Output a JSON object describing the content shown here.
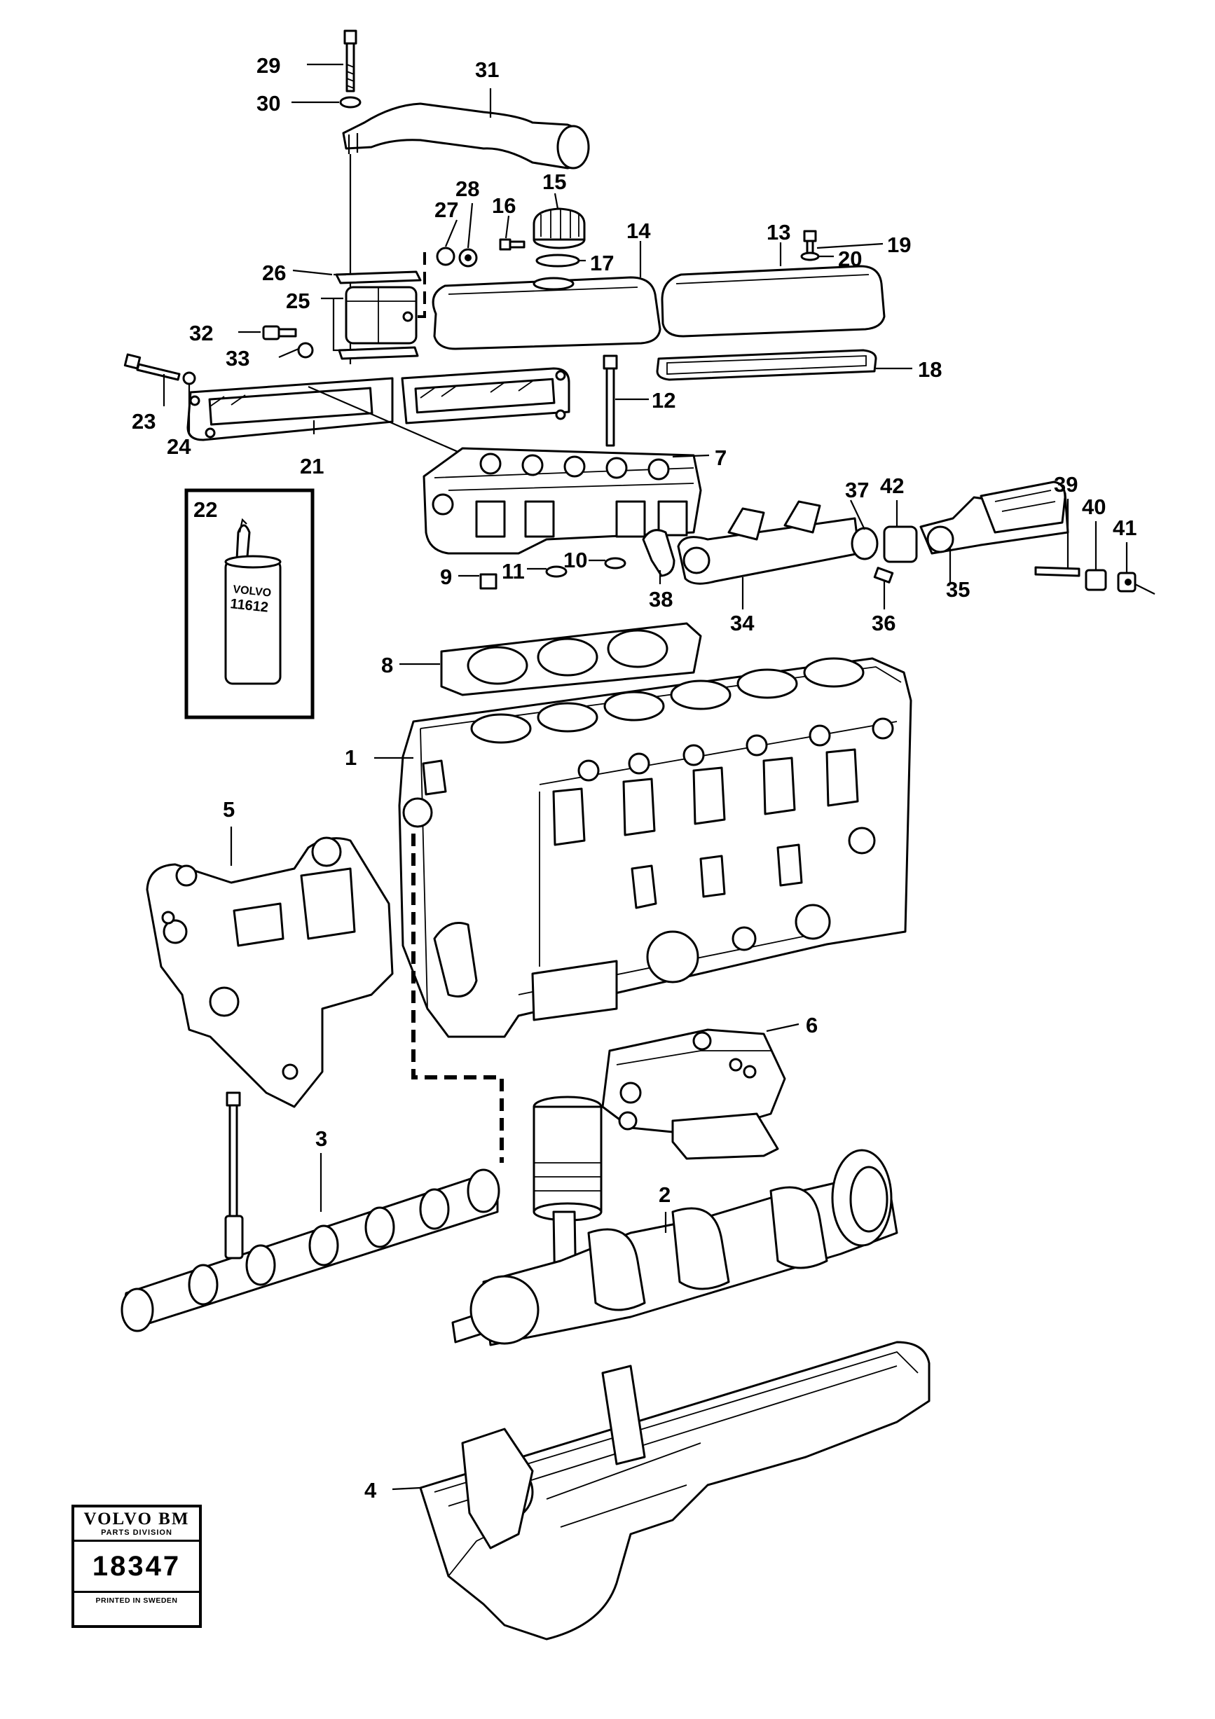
{
  "callouts": [
    {
      "id": "1",
      "text": "1"
    },
    {
      "id": "2",
      "text": "2"
    },
    {
      "id": "3",
      "text": "3"
    },
    {
      "id": "4",
      "text": "4"
    },
    {
      "id": "5",
      "text": "5"
    },
    {
      "id": "6",
      "text": "6"
    },
    {
      "id": "7",
      "text": "7"
    },
    {
      "id": "8",
      "text": "8"
    },
    {
      "id": "9",
      "text": "9"
    },
    {
      "id": "10",
      "text": "10"
    },
    {
      "id": "11",
      "text": "11"
    },
    {
      "id": "12",
      "text": "12"
    },
    {
      "id": "13",
      "text": "13"
    },
    {
      "id": "14",
      "text": "14"
    },
    {
      "id": "15",
      "text": "15"
    },
    {
      "id": "16",
      "text": "16"
    },
    {
      "id": "17",
      "text": "17"
    },
    {
      "id": "18",
      "text": "18"
    },
    {
      "id": "19",
      "text": "19"
    },
    {
      "id": "20",
      "text": "20"
    },
    {
      "id": "21",
      "text": "21"
    },
    {
      "id": "22",
      "text": "22"
    },
    {
      "id": "23",
      "text": "23"
    },
    {
      "id": "24",
      "text": "24"
    },
    {
      "id": "25",
      "text": "25"
    },
    {
      "id": "26",
      "text": "26"
    },
    {
      "id": "27",
      "text": "27"
    },
    {
      "id": "28",
      "text": "28"
    },
    {
      "id": "29",
      "text": "29"
    },
    {
      "id": "30",
      "text": "30"
    },
    {
      "id": "31",
      "text": "31"
    },
    {
      "id": "32",
      "text": "32"
    },
    {
      "id": "33",
      "text": "33"
    },
    {
      "id": "34",
      "text": "34"
    },
    {
      "id": "35",
      "text": "35"
    },
    {
      "id": "36",
      "text": "36"
    },
    {
      "id": "37",
      "text": "37"
    },
    {
      "id": "38",
      "text": "38"
    },
    {
      "id": "39",
      "text": "39"
    },
    {
      "id": "40",
      "text": "40"
    },
    {
      "id": "41",
      "text": "41"
    },
    {
      "id": "42",
      "text": "42"
    }
  ],
  "bottle_label": {
    "brand": "VOLVO",
    "number": "11612"
  },
  "badge": {
    "brand": "VOLVO BM",
    "division": "PARTS DIVISION",
    "drawing_number": "18347",
    "printed": "PRINTED IN SWEDEN"
  }
}
